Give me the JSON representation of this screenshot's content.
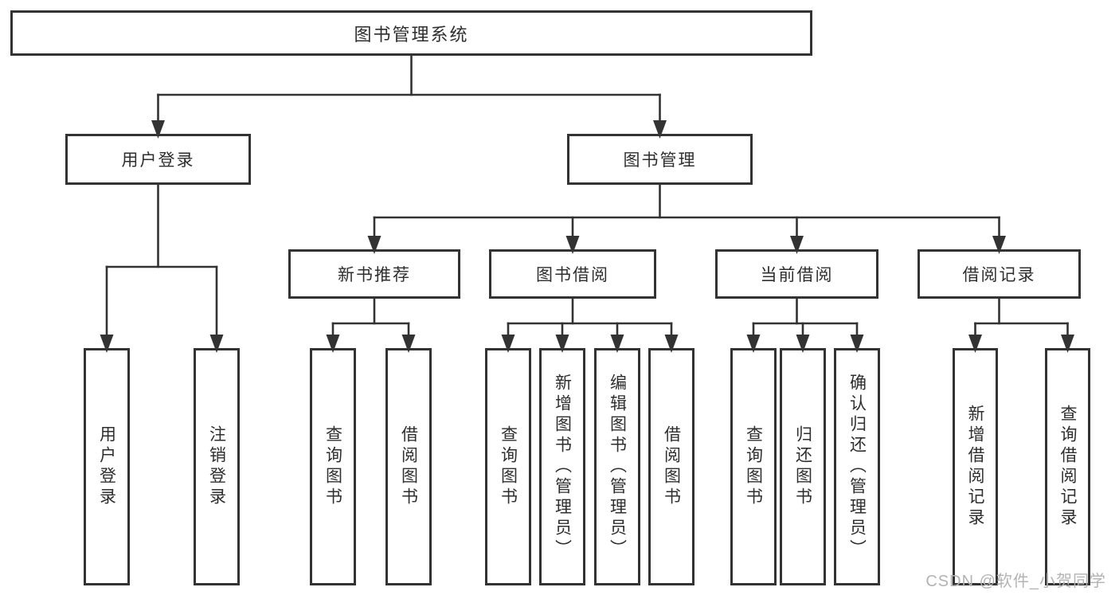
{
  "diagram": {
    "title": "图书管理系统",
    "nodes": [
      {
        "id": "root",
        "label": "图书管理系统",
        "parent": null,
        "orientation": "horizontal"
      },
      {
        "id": "user-login",
        "label": "用户登录",
        "parent": "root",
        "orientation": "horizontal"
      },
      {
        "id": "book-mgmt",
        "label": "图书管理",
        "parent": "root",
        "orientation": "horizontal"
      },
      {
        "id": "new-book-rec",
        "label": "新书推荐",
        "parent": "book-mgmt",
        "orientation": "horizontal"
      },
      {
        "id": "book-borrow",
        "label": "图书借阅",
        "parent": "book-mgmt",
        "orientation": "horizontal"
      },
      {
        "id": "current-borrow",
        "label": "当前借阅",
        "parent": "book-mgmt",
        "orientation": "horizontal"
      },
      {
        "id": "borrow-records",
        "label": "借阅记录",
        "parent": "book-mgmt",
        "orientation": "horizontal"
      },
      {
        "id": "leaf-user-login",
        "label": "用户登录",
        "parent": "user-login",
        "orientation": "vertical"
      },
      {
        "id": "leaf-logout",
        "label": "注销登录",
        "parent": "user-login",
        "orientation": "vertical"
      },
      {
        "id": "leaf-query-books-rec",
        "label": "查询图书",
        "parent": "new-book-rec",
        "orientation": "vertical"
      },
      {
        "id": "leaf-borrow-books-rec",
        "label": "借阅图书",
        "parent": "new-book-rec",
        "orientation": "vertical"
      },
      {
        "id": "leaf-query-books-borrow",
        "label": "查询图书",
        "parent": "book-borrow",
        "orientation": "vertical"
      },
      {
        "id": "leaf-add-books",
        "label": "新增图书（管理员）",
        "parent": "book-borrow",
        "orientation": "vertical"
      },
      {
        "id": "leaf-edit-books",
        "label": "编辑图书（管理员）",
        "parent": "book-borrow",
        "orientation": "vertical"
      },
      {
        "id": "leaf-borrow-books",
        "label": "借阅图书",
        "parent": "book-borrow",
        "orientation": "vertical"
      },
      {
        "id": "leaf-query-books-current",
        "label": "查询图书",
        "parent": "current-borrow",
        "orientation": "vertical"
      },
      {
        "id": "leaf-return-books",
        "label": "归还图书",
        "parent": "current-borrow",
        "orientation": "vertical"
      },
      {
        "id": "leaf-confirm-return",
        "label": "确认归还（管理员）",
        "parent": "current-borrow",
        "orientation": "vertical"
      },
      {
        "id": "leaf-add-borrow-record",
        "label": "新增借阅记录",
        "parent": "borrow-records",
        "orientation": "vertical"
      },
      {
        "id": "leaf-query-borrow-record",
        "label": "查询借阅记录",
        "parent": "borrow-records",
        "orientation": "vertical"
      }
    ]
  },
  "watermark": {
    "text": "CSDN @软件_小贺同学"
  },
  "colors": {
    "line": "#333333",
    "text": "#2e2e2e",
    "background": "#ffffff",
    "watermark": "#b3b3b3"
  }
}
